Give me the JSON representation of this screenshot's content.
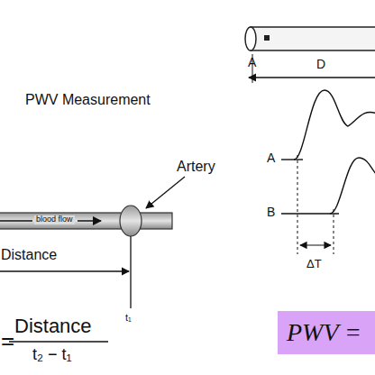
{
  "diagram": {
    "nodes": [
      {
        "text": [
          "PWV ="
        ]
      }
    ],
    "labels": [
      "PWV Measurement",
      "Artery",
      "blood flow",
      "Distance",
      "t₁",
      "=",
      "Distance",
      "t₂ − t₁",
      "A",
      "D",
      "A",
      "B",
      "ΔT"
    ]
  }
}
